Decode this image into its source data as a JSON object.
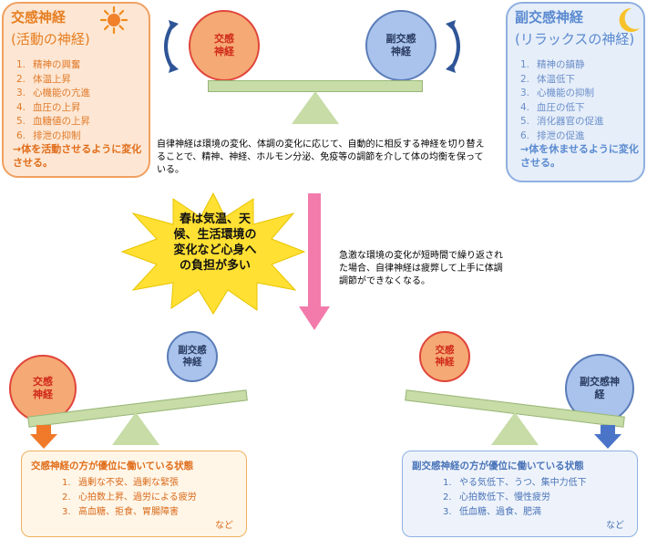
{
  "sympathetic_box": {
    "title": "交感神経",
    "subtitle": "(活動の神経)",
    "items": [
      {
        "n": "1.",
        "t": "精神の興奮"
      },
      {
        "n": "2.",
        "t": "体温上昇"
      },
      {
        "n": "3.",
        "t": "心機能の亢進"
      },
      {
        "n": "4.",
        "t": "血圧の上昇"
      },
      {
        "n": "5.",
        "t": "血糖値の上昇"
      },
      {
        "n": "6.",
        "t": "排泄の抑制"
      }
    ],
    "conclusion": "→体を活動させるように変化させる。"
  },
  "parasympathetic_box": {
    "title": "副交感神経",
    "subtitle": "(リラックスの神経)",
    "items": [
      {
        "n": "1.",
        "t": "精神の鎮静"
      },
      {
        "n": "2.",
        "t": "体温低下"
      },
      {
        "n": "3.",
        "t": "心機能の抑制"
      },
      {
        "n": "4.",
        "t": "血圧の低下"
      },
      {
        "n": "5.",
        "t": "消化器官の促進"
      },
      {
        "n": "6.",
        "t": "排泄の促進"
      }
    ],
    "conclusion": "→体を休ませるように変化させる。"
  },
  "top_scale": {
    "left_label_1": "交感",
    "left_label_2": "神経",
    "right_label_1": "副交感",
    "right_label_2": "神経"
  },
  "description": "自律神経は環境の変化、体調の変化に応じて、自動的に相反する神経を切り替えることで、精神、神経、ホルモン分泌、免疫等の調節を介して体の均衡を保っている。",
  "burst_text": "春は気温、天候、生活環境の変化など心身への負担が多い",
  "arrow_note": "急激な環境の変化が短時間で繰り返された場合、自律神経は疲弊して上手に体調調節ができなくなる。",
  "left_scale": {
    "high_label": "副交感神経",
    "low_label": "交感神経"
  },
  "right_scale": {
    "high_label": "交感神経",
    "low_label": "副交感神経"
  },
  "sympathetic_dominant": {
    "title": "交感神経の方が優位に働いている状態",
    "items": [
      {
        "n": "1.",
        "t": "過剰な不安、過剰な緊張"
      },
      {
        "n": "2.",
        "t": "心拍数上昇、過労による疲労"
      },
      {
        "n": "3.",
        "t": "高血糖、拒食、胃腸障害"
      }
    ],
    "etc": "など"
  },
  "parasympathetic_dominant": {
    "title": "副交感神経の方が優位に働いている状態",
    "items": [
      {
        "n": "1.",
        "t": "やる気低下、うつ、集中力低下"
      },
      {
        "n": "2.",
        "t": "心拍数低下、慢性疲労"
      },
      {
        "n": "3.",
        "t": "低血糖、過食、肥満"
      }
    ],
    "etc": "など"
  },
  "colors": {
    "sympathetic": "#f5a974",
    "parasympathetic": "#a9c3ec",
    "arrow": "#f27bab",
    "burst": "#ffe033"
  },
  "icons": [
    "sun-icon",
    "moon-icon",
    "curved-arrow-icon",
    "down-arrow-icon",
    "burst-icon"
  ]
}
